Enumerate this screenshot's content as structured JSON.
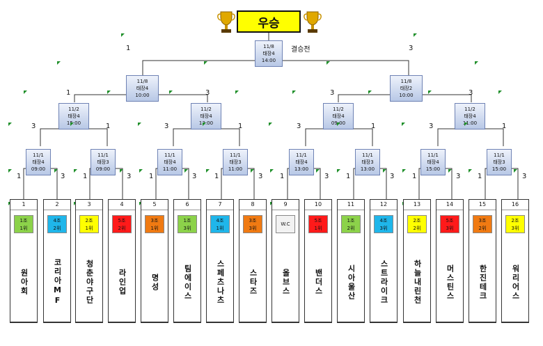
{
  "champion": {
    "label": "우승"
  },
  "final": {
    "label": "결승전",
    "date": "11/8",
    "venue": "태장4",
    "time": "14:00"
  },
  "semis": [
    {
      "date": "11/8",
      "venue": "태장4",
      "time": "10:00"
    },
    {
      "date": "11/8",
      "venue": "태장2",
      "time": "10:00"
    }
  ],
  "quarters": [
    {
      "date": "11/2",
      "venue": "태장4",
      "time": "15:00"
    },
    {
      "date": "11/2",
      "venue": "태장4",
      "time": "13:00"
    },
    {
      "date": "11/2",
      "venue": "태장4",
      "time": "09:00"
    },
    {
      "date": "11/2",
      "venue": "태장4",
      "time": "11:00"
    }
  ],
  "round16": [
    {
      "date": "11/1",
      "venue": "태장4",
      "time": "09:00"
    },
    {
      "date": "11/1",
      "venue": "태장3",
      "time": "09:00"
    },
    {
      "date": "11/1",
      "venue": "태장4",
      "time": "11:00"
    },
    {
      "date": "11/1",
      "venue": "태장3",
      "time": "11:00"
    },
    {
      "date": "11/1",
      "venue": "태장4",
      "time": "13:00"
    },
    {
      "date": "11/1",
      "venue": "태장3",
      "time": "13:00"
    },
    {
      "date": "11/1",
      "venue": "태장4",
      "time": "15:00"
    },
    {
      "date": "11/1",
      "venue": "태장3",
      "time": "15:00"
    }
  ],
  "final_scores": [
    "1",
    "3"
  ],
  "semi_scores": [
    [
      "1",
      "3"
    ],
    [
      "3",
      "3"
    ]
  ],
  "quarter_scores": [
    [
      "3",
      "1"
    ],
    [
      "3",
      "1"
    ],
    [
      "3",
      "1"
    ],
    [
      "3",
      "1"
    ]
  ],
  "r16_scores": [
    [
      "1",
      "3"
    ],
    [
      "1",
      "3"
    ],
    [
      "1",
      "3"
    ],
    [
      "1",
      "3"
    ],
    [
      "1",
      "3"
    ],
    [
      "1",
      "3"
    ],
    [
      "1",
      "3"
    ],
    [
      "1",
      "3"
    ]
  ],
  "teams": [
    {
      "num": "1",
      "group": "1조",
      "rank": "1위",
      "color": "#8cd24a",
      "name": "원아회"
    },
    {
      "num": "2",
      "group": "4조",
      "rank": "2위",
      "color": "#1fb6ea",
      "name": "코리아MF"
    },
    {
      "num": "3",
      "group": "2조",
      "rank": "1위",
      "color": "#ffff00",
      "name": "청춘야구단"
    },
    {
      "num": "4",
      "group": "5조",
      "rank": "2위",
      "color": "#ff1a1a",
      "name": "라인업"
    },
    {
      "num": "5",
      "group": "3조",
      "rank": "1위",
      "color": "#f07a12",
      "name": "명성"
    },
    {
      "num": "6",
      "group": "1조",
      "rank": "3위",
      "color": "#8cd24a",
      "name": "팀에이스"
    },
    {
      "num": "7",
      "group": "4조",
      "rank": "1위",
      "color": "#1fb6ea",
      "name": "스페츠나츠"
    },
    {
      "num": "8",
      "group": "3조",
      "rank": "3위",
      "color": "#f07a12",
      "name": "스타즈"
    },
    {
      "num": "9",
      "group": "W.C",
      "rank": "",
      "color": "#f2f2f2",
      "name": "올브스"
    },
    {
      "num": "10",
      "group": "5조",
      "rank": "1위",
      "color": "#ff1a1a",
      "name": "밴더스"
    },
    {
      "num": "11",
      "group": "1조",
      "rank": "2위",
      "color": "#8cd24a",
      "name": "시아울산"
    },
    {
      "num": "12",
      "group": "4조",
      "rank": "3위",
      "color": "#1fb6ea",
      "name": "스트라이크"
    },
    {
      "num": "13",
      "group": "2조",
      "rank": "2위",
      "color": "#ffff00",
      "name": "하늘내린천"
    },
    {
      "num": "14",
      "group": "5조",
      "rank": "3위",
      "color": "#ff1a1a",
      "name": "머스틴스"
    },
    {
      "num": "15",
      "group": "3조",
      "rank": "2위",
      "color": "#f07a12",
      "name": "한진테크"
    },
    {
      "num": "16",
      "group": "2조",
      "rank": "3위",
      "color": "#ffff00",
      "name": "워리어스"
    }
  ]
}
